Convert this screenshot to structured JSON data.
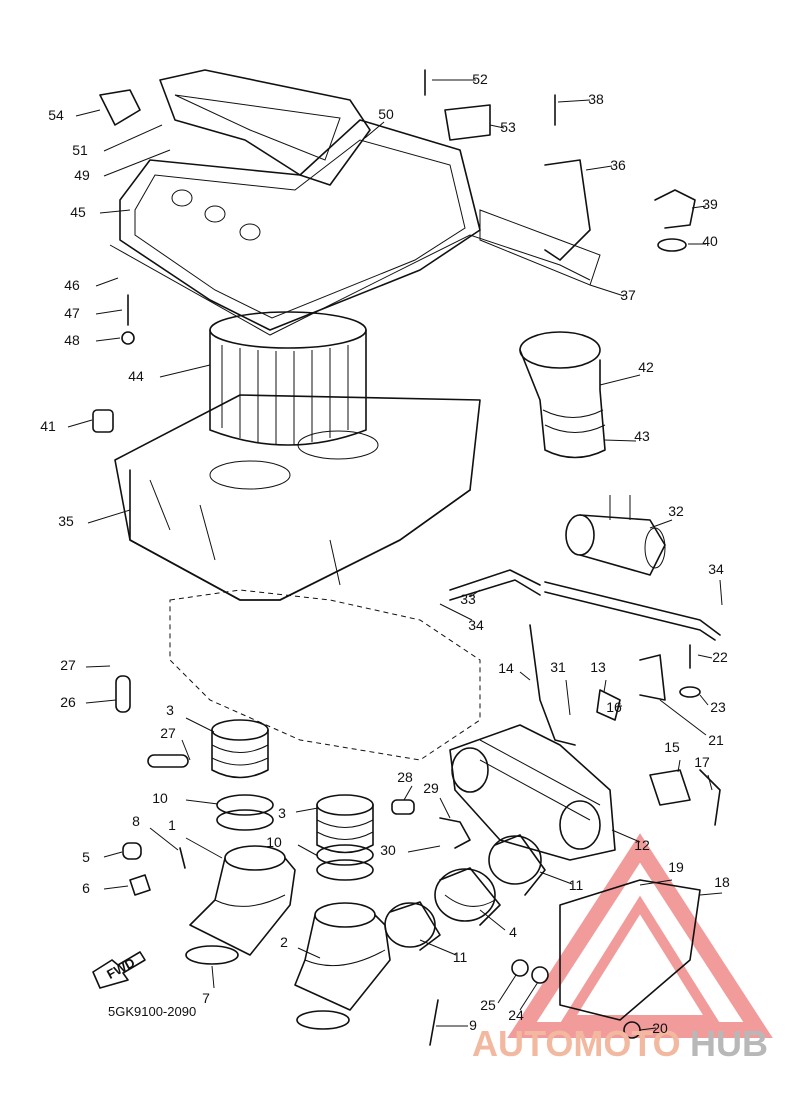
{
  "diagram_code": "5GK9100-2090",
  "fwd_label": "FWD",
  "watermark": {
    "part1": "AUTOMOTO",
    "part2": "HUB",
    "color1": "#f2b8a0",
    "color2": "#b8b8b8",
    "logo_color": "#ef8a8a"
  },
  "callouts": [
    "1",
    "2",
    "3",
    "3",
    "4",
    "5",
    "6",
    "7",
    "8",
    "9",
    "10",
    "10",
    "11",
    "11",
    "12",
    "13",
    "14",
    "15",
    "16",
    "17",
    "18",
    "19",
    "20",
    "21",
    "22",
    "23",
    "24",
    "25",
    "26",
    "27",
    "27",
    "28",
    "29",
    "30",
    "31",
    "32",
    "33",
    "34",
    "34",
    "35",
    "36",
    "37",
    "38",
    "39",
    "40",
    "41",
    "42",
    "43",
    "44",
    "45",
    "46",
    "47",
    "48",
    "49",
    "50",
    "51",
    "52",
    "53",
    "54"
  ]
}
